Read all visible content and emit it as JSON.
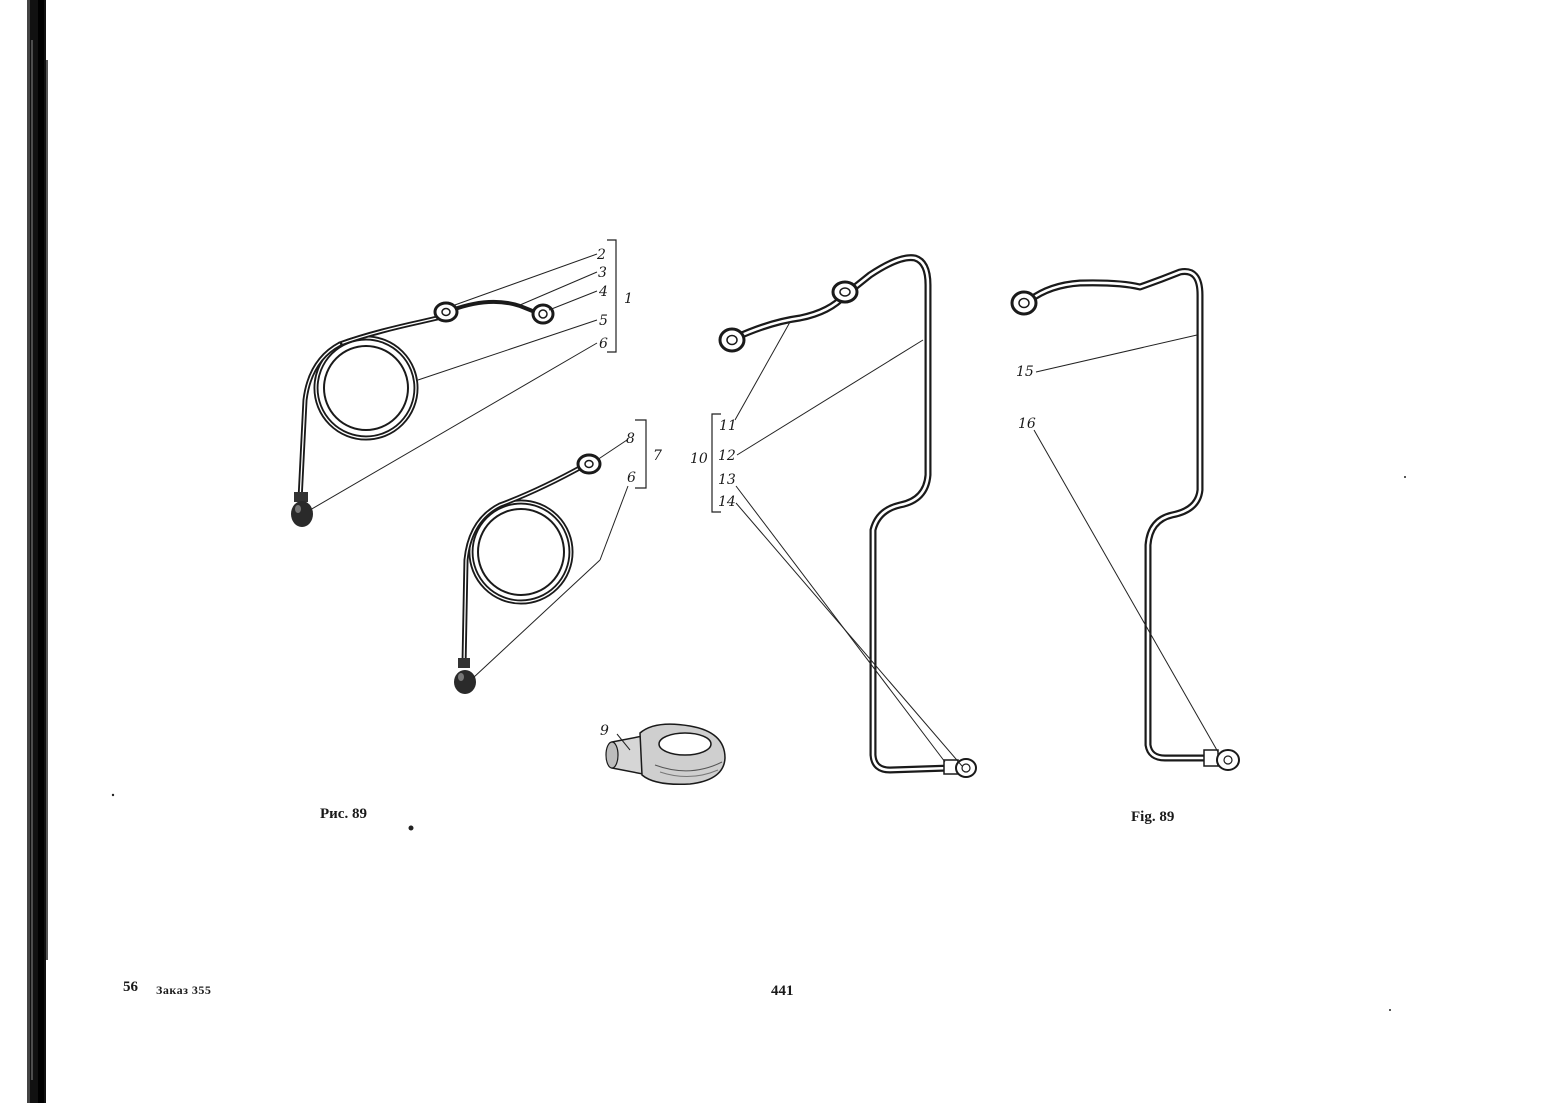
{
  "figure": {
    "caption_ru": "Рис. 89",
    "caption_en": "Fig. 89"
  },
  "callouts": {
    "c1": "1",
    "c2": "2",
    "c3": "3",
    "c4": "4",
    "c5": "5",
    "c6a": "6",
    "c6b": "6",
    "c7": "7",
    "c8": "8",
    "c9": "9",
    "c10": "10",
    "c11": "11",
    "c12": "12",
    "c13": "13",
    "c14": "14",
    "c15": "15",
    "c16": "16"
  },
  "footer": {
    "sheet_number": "56",
    "order_label": "Заказ 355",
    "page_number": "441"
  },
  "colors": {
    "ink": "#1a1a1a",
    "paper": "#ffffff"
  }
}
